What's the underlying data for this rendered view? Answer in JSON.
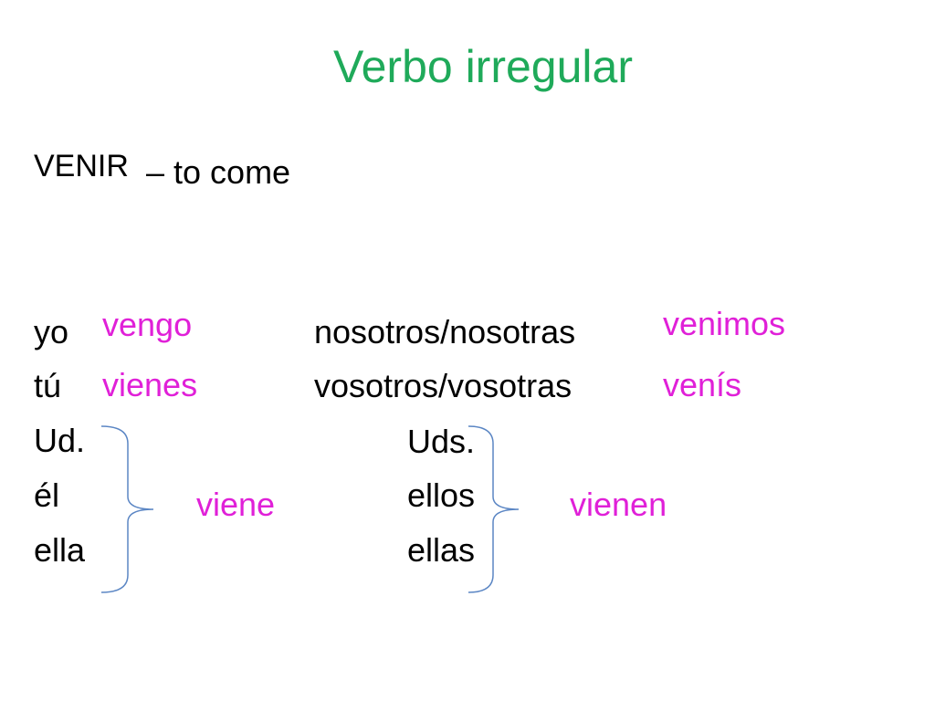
{
  "title": "Verbo irregular",
  "infinitive": "VENIR",
  "meaning": "– to come",
  "colors": {
    "title": "#1faa5a",
    "forms": "#e020d8",
    "text": "#000000",
    "brace": "#5b86c4"
  },
  "singular": {
    "yo": {
      "pronoun": "yo",
      "form": "vengo"
    },
    "tu": {
      "pronoun": "tú",
      "form": "vienes"
    },
    "third": {
      "pronouns": [
        "Ud.",
        "él",
        "ella"
      ],
      "form": "viene"
    }
  },
  "plural": {
    "nosotros": {
      "pronoun": "nosotros/nosotras",
      "form": "venimos"
    },
    "vosotros": {
      "pronoun": "vosotros/vosotras",
      "form": "venís"
    },
    "third": {
      "pronouns": [
        "Uds.",
        "ellos",
        "ellas"
      ],
      "form": "vienen"
    }
  }
}
